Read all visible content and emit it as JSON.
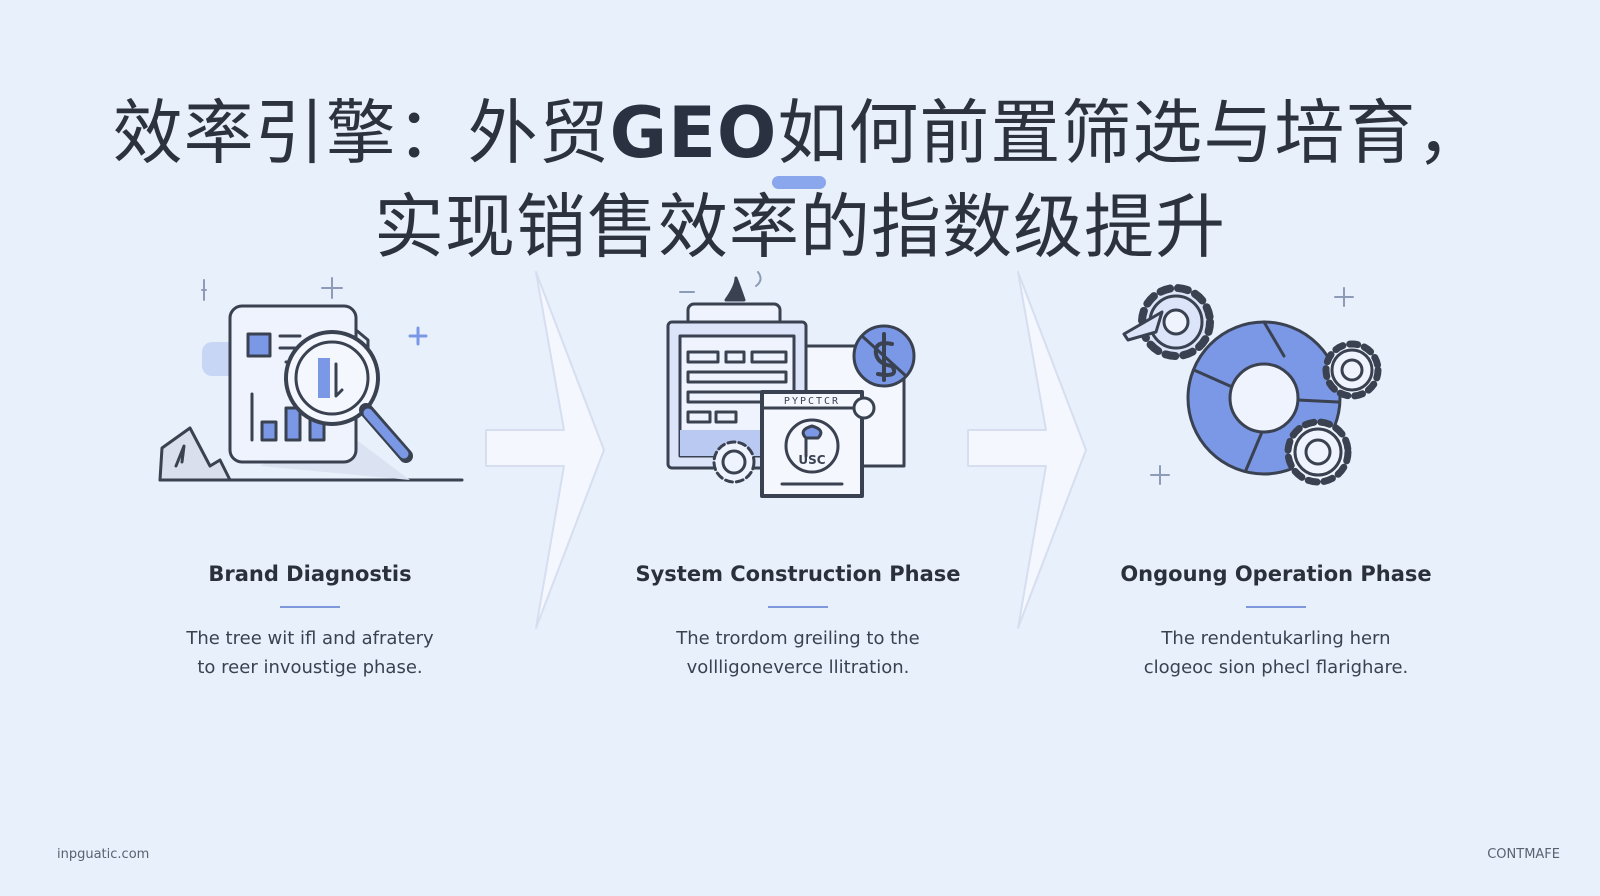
{
  "title": {
    "line1_before": "效率引擎：外贸",
    "line1_highlight": "GEO",
    "line1_after": "如何前置筛选与培育，",
    "line2": "实现销售效率的指数级提升"
  },
  "stages": [
    {
      "title": "Brand Diagnostis",
      "desc_line1": "The tree wit ifl and afratery",
      "desc_line2": "to reer invoustige phase."
    },
    {
      "title": "System Construction Phase",
      "desc_line1": "The trordom greiling to the",
      "desc_line2": "vollligoneverce llitration.",
      "illustration_labels": {
        "window_header": "PYPCTCR",
        "badge": "USC",
        "currency": "$"
      }
    },
    {
      "title": "Ongoung Operation Phase",
      "desc_line1": "The rendentukarling hern",
      "desc_line2": "clogeoc sion phecl flarighare."
    }
  ],
  "footer": {
    "left": "inpguatic.com",
    "right": "CONTMAFE"
  },
  "colors": {
    "background": "#e8f0fc",
    "accent": "#7b98e6",
    "line": "#3a4150"
  },
  "icons": [
    "document-magnifier-icon",
    "server-document-icon",
    "gear-ring-icon",
    "arrow-right-icon"
  ]
}
